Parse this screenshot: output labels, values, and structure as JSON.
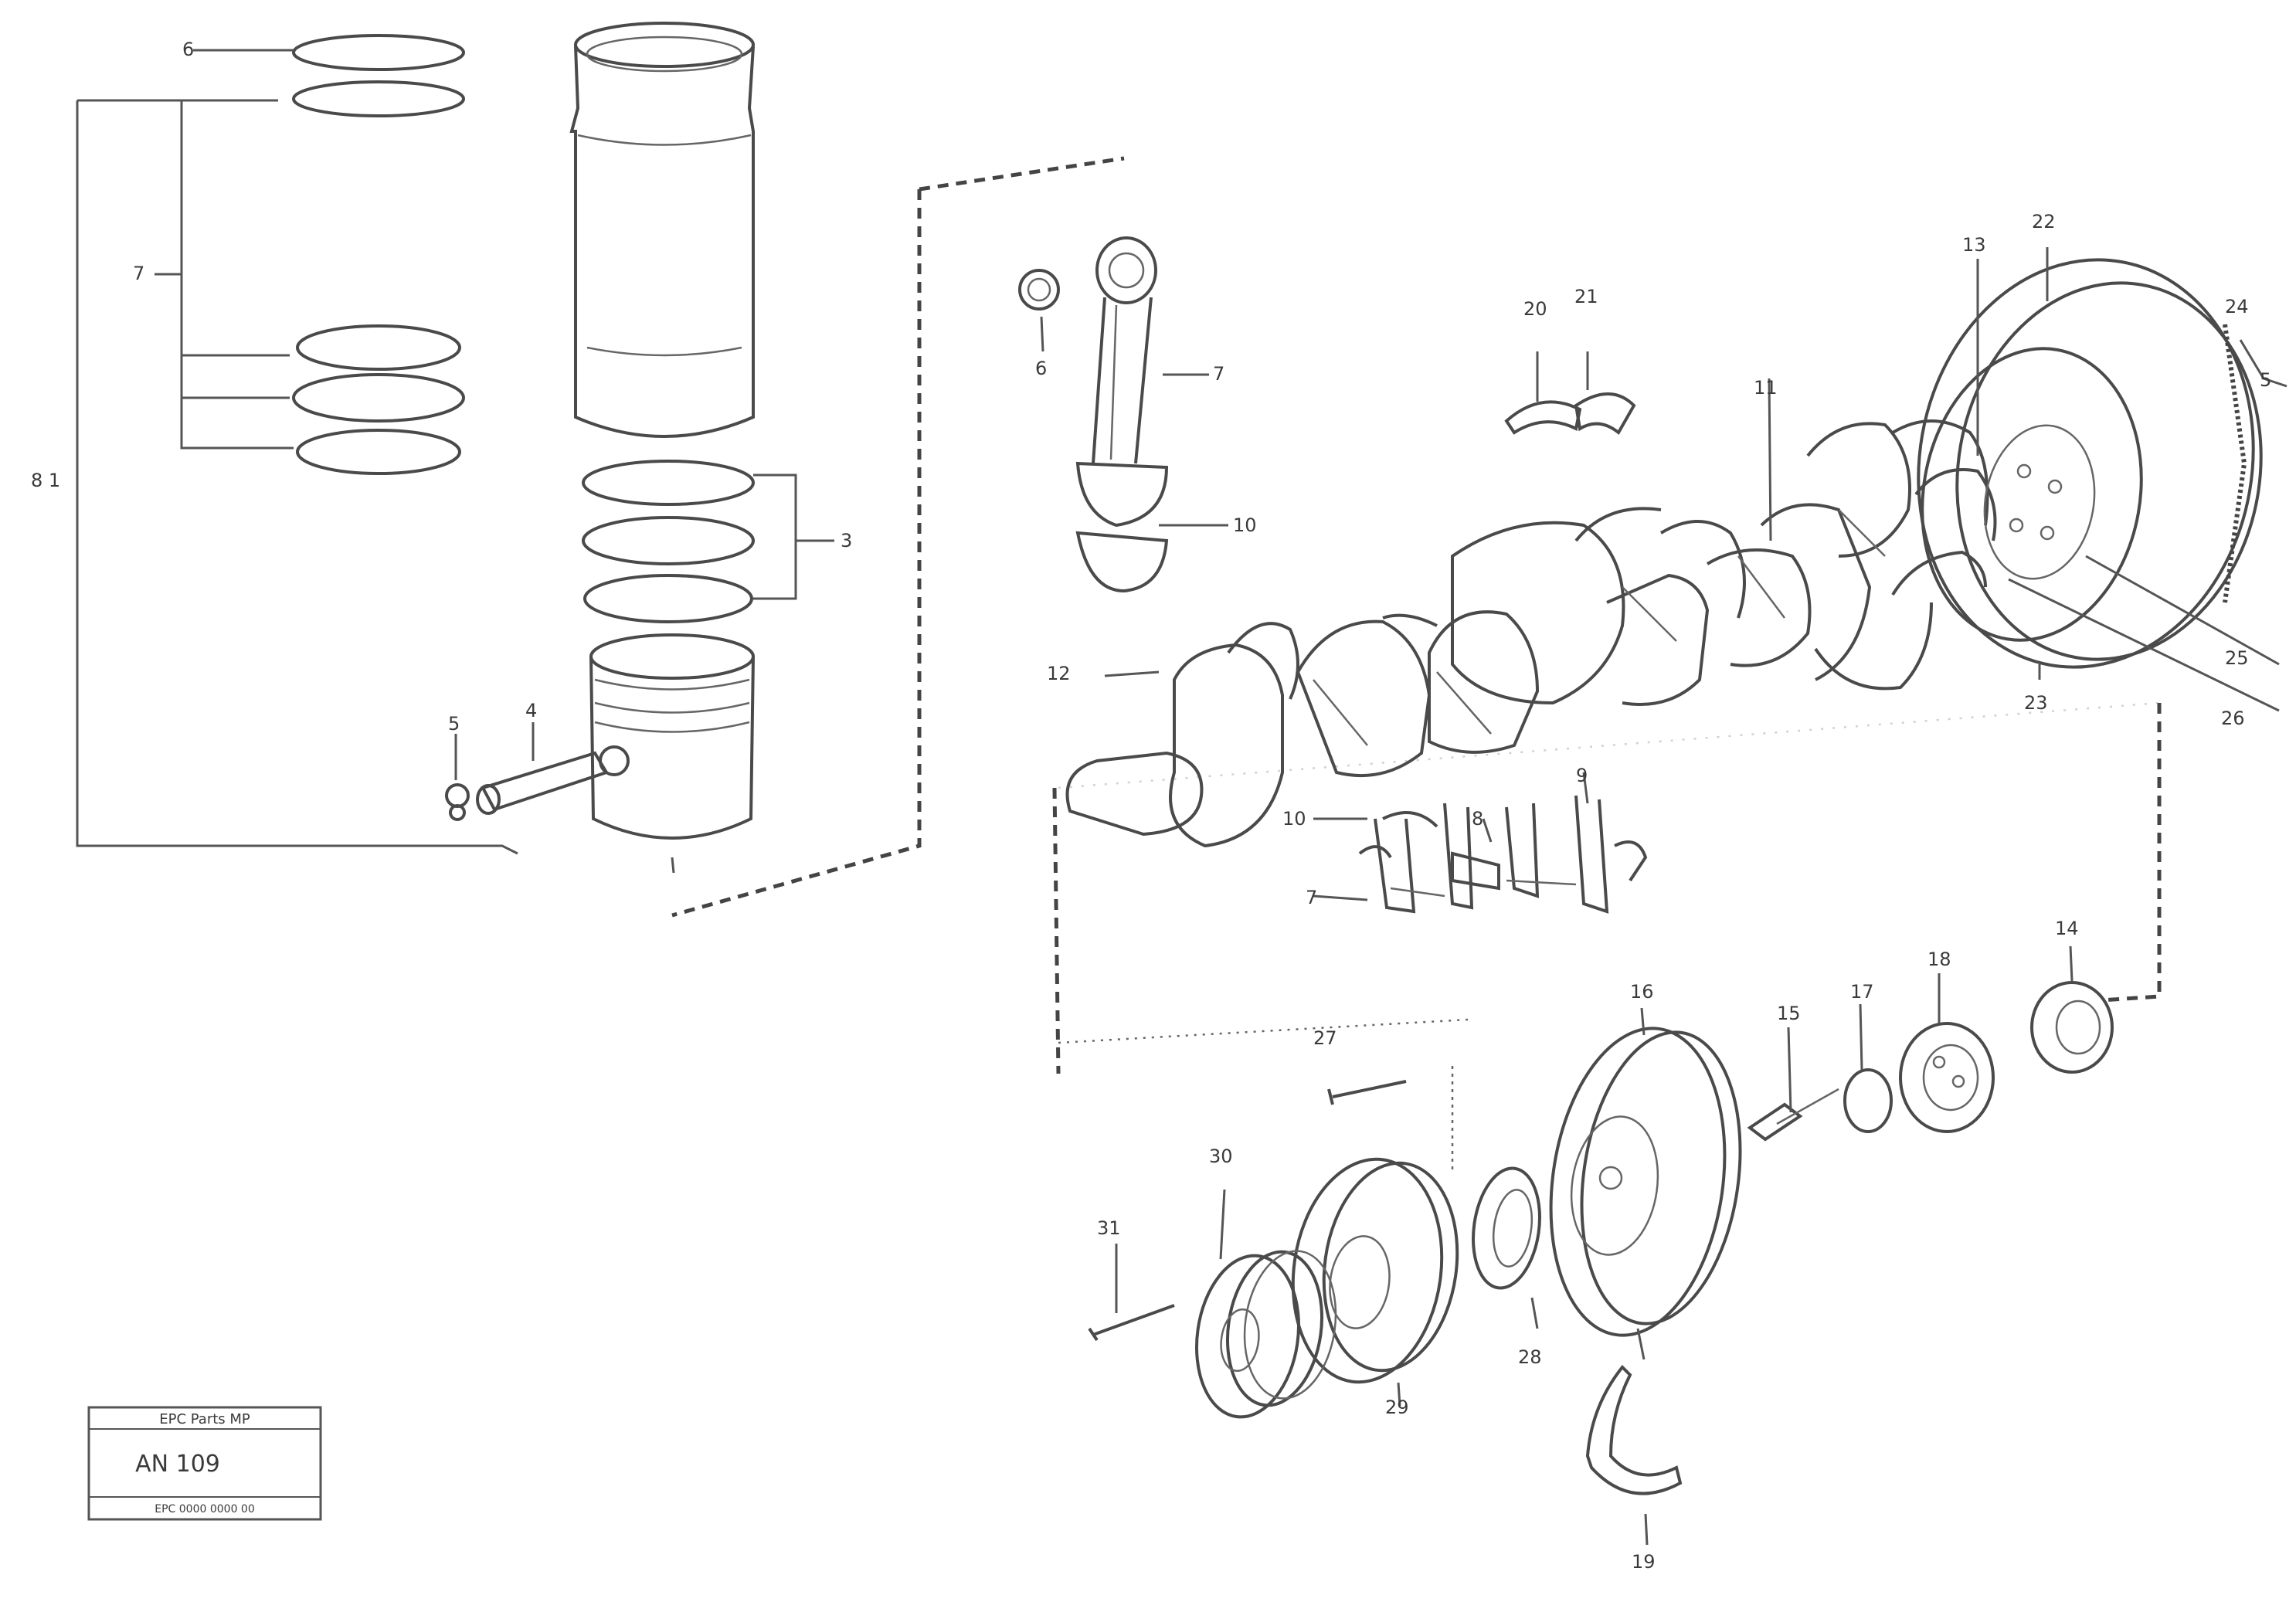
{
  "callouts": {
    "c1": "6",
    "c2": "7",
    "c3": "8 1",
    "c4": "3",
    "c5": "5",
    "c6": "4",
    "c7": "6",
    "c8": "7",
    "c9": "10",
    "c10": "20",
    "c11": "21",
    "c12": "11",
    "c13": "13",
    "c14": "22",
    "c15": "24",
    "c16": "5",
    "c17": "12",
    "c18": "25",
    "c19": "26",
    "c20": "23",
    "c21": "10",
    "c22": "8",
    "c23": "9",
    "c24": "7",
    "c25": "14",
    "c26": "18",
    "c27": "17",
    "c28": "15",
    "c29": "16",
    "c30": "27",
    "c31": "30",
    "c32": "31",
    "c33": "28",
    "c34": "29",
    "c35": "19"
  },
  "reference_box": {
    "line1": "EPC Parts MP",
    "line2": "AN 109",
    "line3": "EPC 0000 0000 00"
  }
}
